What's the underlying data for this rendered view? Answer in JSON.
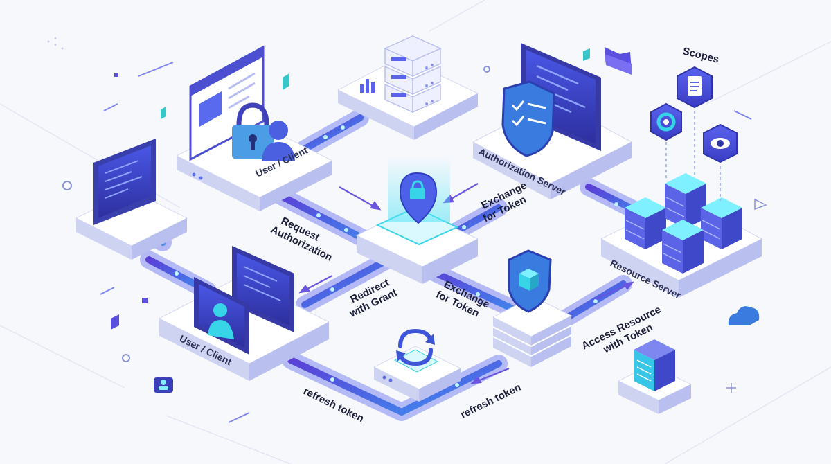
{
  "diagram": {
    "nodes": {
      "client_top": {
        "label": "User / Client"
      },
      "client_bottom": {
        "label": "User / Client"
      },
      "auth_server": {
        "label": "Authorization Server"
      },
      "resource_server": {
        "label": "Resource Server"
      },
      "scopes": {
        "label": "Scopes"
      }
    },
    "edges": {
      "request_authorization": {
        "label": [
          "Request",
          "Authorization"
        ]
      },
      "redirect_with_grant": {
        "label": [
          "Redirect",
          "with Grant"
        ]
      },
      "exchange_for_token_upper": {
        "label": [
          "Exchange",
          "for Token"
        ]
      },
      "exchange_for_token_lower": {
        "label": [
          "Exchange",
          "for Token"
        ]
      },
      "access_resource": {
        "label": [
          "Access Resource",
          "with Token"
        ]
      },
      "refresh_token_left": {
        "label": [
          "refresh token"
        ]
      },
      "refresh_token_right": {
        "label": [
          "refresh token"
        ]
      }
    },
    "icons": [
      "padlock-icon",
      "user-icon",
      "shield-check-icon",
      "shield-cube-icon",
      "lock-pin-icon",
      "refresh-icon",
      "gear-icon",
      "document-icon",
      "eye-icon",
      "cloud-icon",
      "folder-icon",
      "server-icon",
      "browser-window-icon"
    ],
    "colors": {
      "slab_top": "#ffffff",
      "slab_side": "#cfd3f2",
      "accent_purple": "#5b3fd6",
      "accent_blue": "#3e6ee8",
      "accent_cyan": "#38d4e8",
      "text": "#1c1f3a"
    }
  }
}
